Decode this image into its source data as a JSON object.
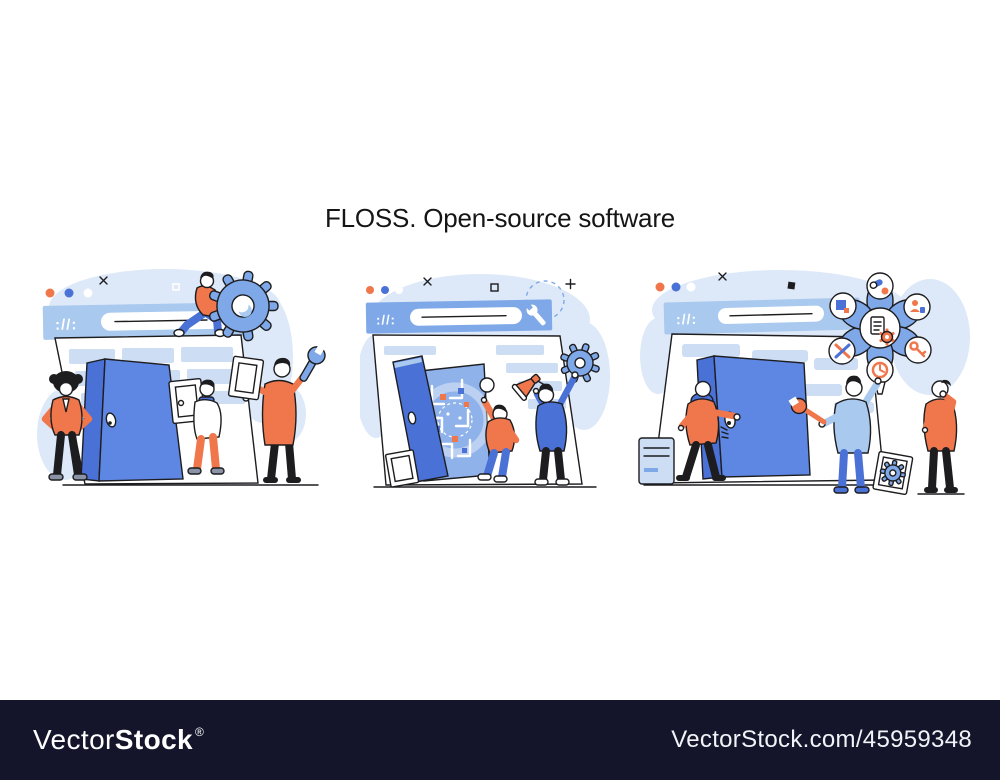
{
  "page_title": "FLOSS. Open-source software",
  "watermark_bar": {
    "brand_light": "Vector",
    "brand_bold": "Stock",
    "registered_mark": "®",
    "image_url_text": "VectorStock.com/45959348"
  },
  "browser_chrome": {
    "logo_glyph": "://:",
    "window_dots": [
      "orange",
      "blue",
      "white"
    ]
  },
  "palette": {
    "orange": "#F0764B",
    "blue": "#4A71D6",
    "door": "#5E87E4",
    "mid": "#7FA8E8",
    "light": "#A9C9EF",
    "pale": "#DDE9F8",
    "row": "#CCDDF4",
    "panel": "#8FB2EA",
    "ink": "#1D1D20",
    "bar": "#14152B"
  },
  "scenes": [
    {
      "id": "scene-1",
      "elements": [
        "browser-window",
        "search-bar",
        "gear-icon",
        "open-door",
        "picture-frame",
        "tablet-frame",
        "wrench-icon"
      ],
      "people": [
        "woman-hands-on-hips",
        "man-rolling-gear",
        "man-entering-door",
        "man-holding-wrench"
      ]
    },
    {
      "id": "scene-2",
      "elements": [
        "browser-window",
        "search-bar",
        "toolbar-wrench-icon",
        "open-door",
        "circuit-panel",
        "magnifier-icon",
        "megaphone-icon",
        "gear-icon",
        "picture-frame"
      ],
      "people": [
        "man-inspecting-with-magnifier",
        "man-announcing-with-megaphone"
      ]
    },
    {
      "id": "scene-3",
      "elements": [
        "browser-window",
        "search-bar",
        "open-door",
        "server-stack",
        "wrench-icon",
        "feature-flower",
        "framed-gear"
      ],
      "feature_icons": [
        "pills-icon",
        "cube-icon",
        "user-icon",
        "tools-icon",
        "key-icon",
        "clock-icon",
        "document-gear-icon"
      ],
      "people": [
        "man-opening-door",
        "man-holding-features",
        "man-thinking"
      ]
    }
  ]
}
